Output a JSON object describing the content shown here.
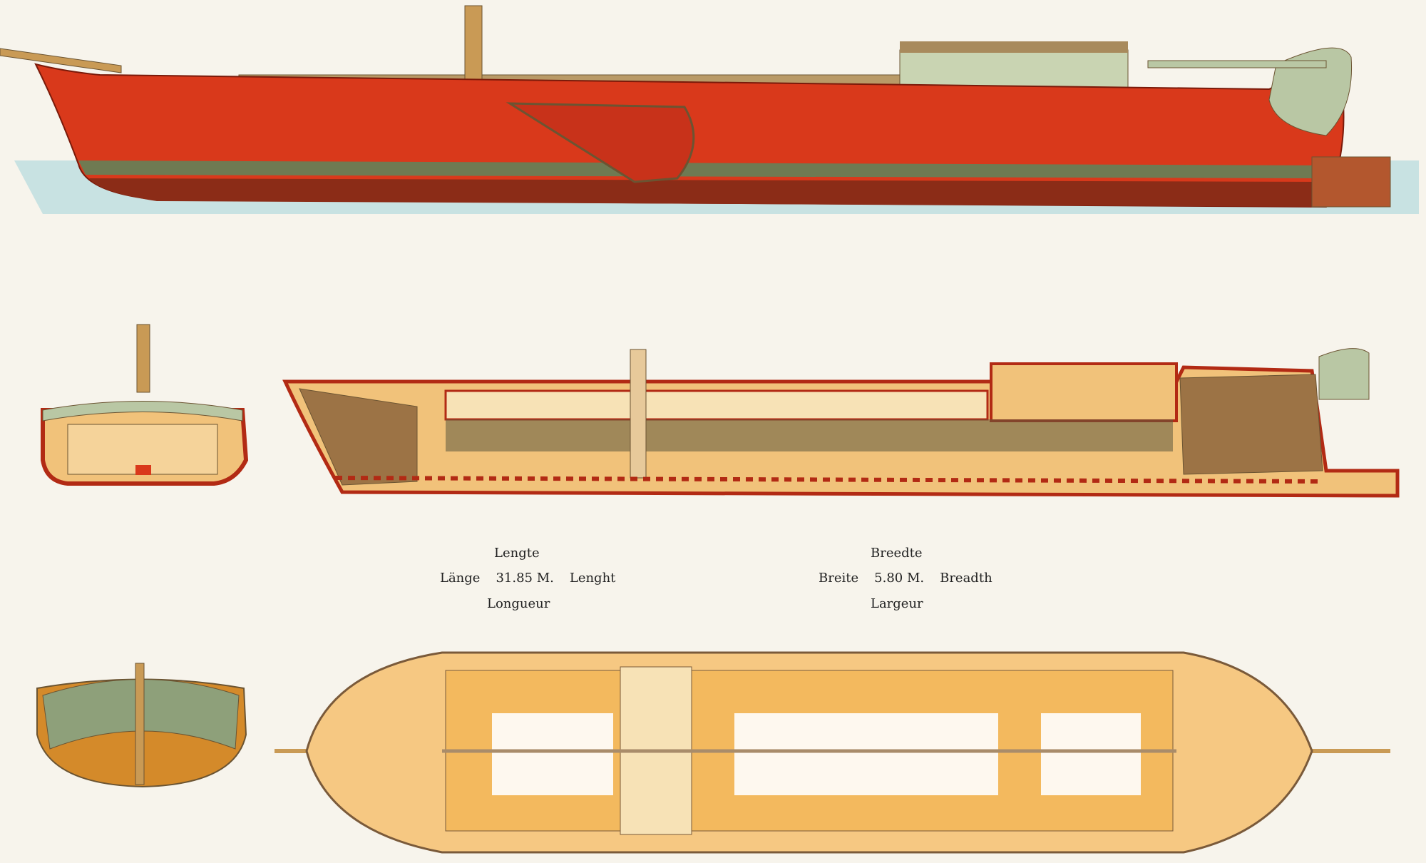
{
  "dimensions": {
    "length": {
      "dutch": "Lengte",
      "german": "Länge",
      "value": "31.85 M.",
      "english": "Lenght",
      "french": "Longueur"
    },
    "breadth": {
      "dutch": "Breedte",
      "german": "Breite",
      "value": "5.80 M.",
      "english": "Breadth",
      "french": "Largeur"
    }
  },
  "colors": {
    "hull_red": "#d9391b",
    "waterline_green": "#6f7a52",
    "hold_tan": "#f1c27a",
    "deck_green": "#b9c7a4",
    "water_blue": "#a9d6dc",
    "paper": "#f7f4ec"
  }
}
